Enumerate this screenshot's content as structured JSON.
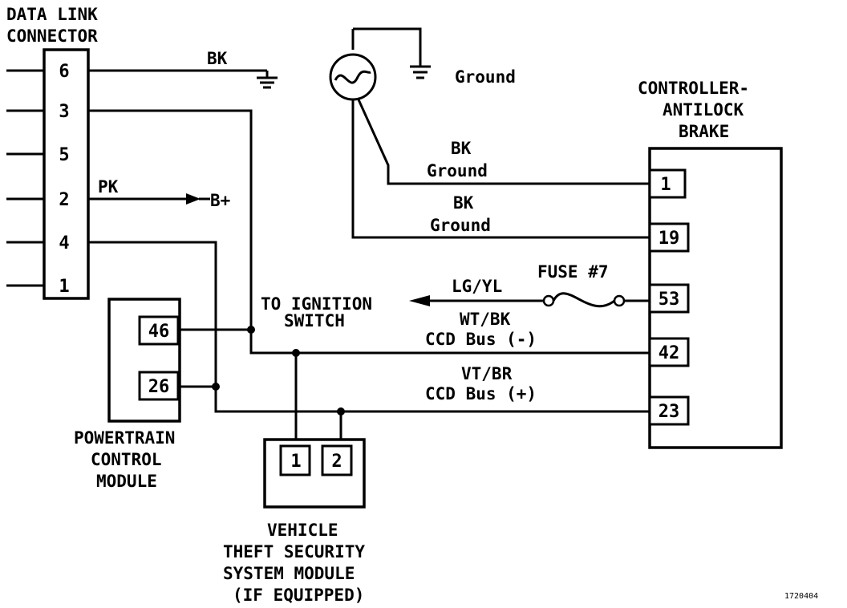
{
  "dlc": {
    "title_line1": "DATA LINK",
    "title_line2": "CONNECTOR",
    "pins": [
      "6",
      "3",
      "5",
      "2",
      "4",
      "1"
    ]
  },
  "wires": {
    "bk_dlc": "BK",
    "pk": "PK",
    "b_plus": "B+",
    "ground": "Ground",
    "bk1": "BK",
    "ground1": "Ground",
    "bk2": "BK",
    "ground2": "Ground",
    "lgyl": "LG/YL",
    "fuse": "FUSE #7",
    "ign_line1": "TO IGNITION",
    "ign_line2": "SWITCH",
    "wtbk": "WT/BK",
    "ccd_minus": "CCD Bus (-)",
    "vtbr": "VT/BR",
    "ccd_plus": "CCD Bus (+)"
  },
  "abs": {
    "line1": "CONTROLLER-",
    "line2": "ANTILOCK",
    "line3": "BRAKE",
    "pins": [
      "1",
      "19",
      "53",
      "42",
      "23"
    ]
  },
  "pcm": {
    "line1": "POWERTRAIN",
    "line2": "CONTROL",
    "line3": "MODULE",
    "pins": [
      "46",
      "26"
    ]
  },
  "vtss": {
    "line1": "VEHICLE",
    "line2": "THEFT SECURITY",
    "line3": "SYSTEM MODULE",
    "line4": "(IF EQUIPPED)",
    "pins": [
      "1",
      "2"
    ]
  },
  "figure_id": "1720404"
}
